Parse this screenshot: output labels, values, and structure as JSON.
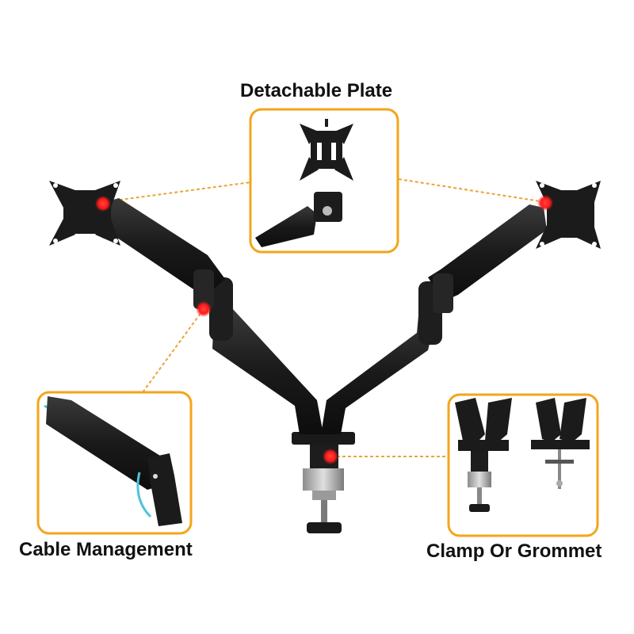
{
  "callouts": {
    "detachable_plate": "Detachable Plate",
    "cable_management": "Cable Management",
    "clamp_or_grommet": "Clamp Or Grommet"
  },
  "colors": {
    "accent_border": "#f3a51b",
    "leader_line": "#e9a43a",
    "marker_dot": "#ff1a1a",
    "product_black": "#1d1d1d",
    "cable_blue": "#4fc3d9"
  }
}
